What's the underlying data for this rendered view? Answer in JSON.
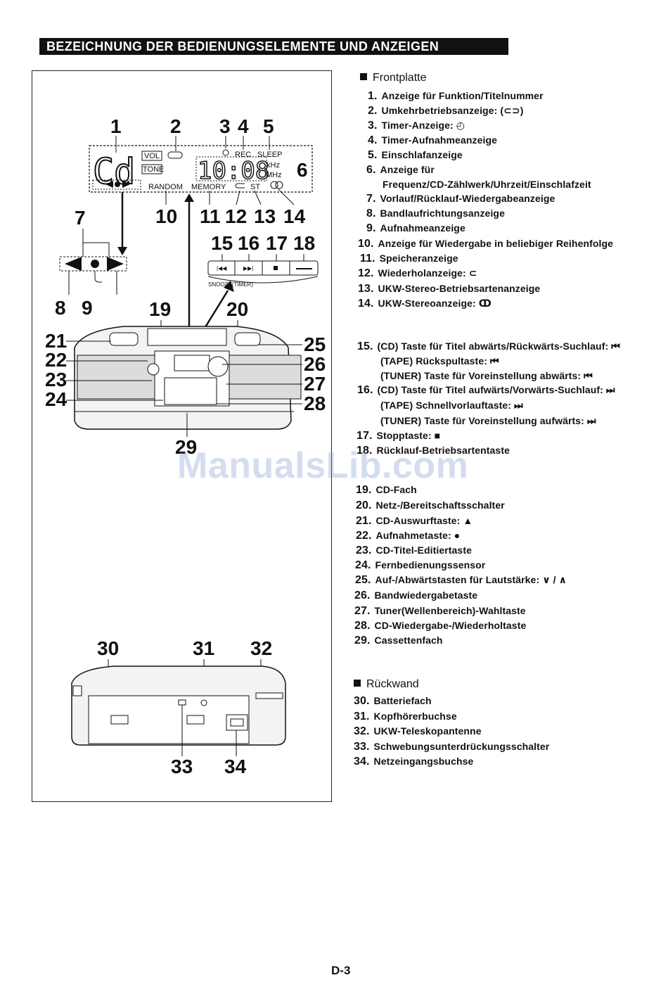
{
  "header": {
    "title": "BEZEICHNUNG DER BEDIENUNGSELEMENTE UND ANZEIGEN"
  },
  "colors": {
    "header_bg": "#111111",
    "header_text": "#ffffff",
    "watermark": "#7896cd"
  },
  "figure": {
    "display": {
      "mode_text": "Cd",
      "time_text": "10:08",
      "vol_label": "VOL",
      "tone_label": "TONE",
      "rec_label": "REC",
      "sleep_label": "SLEEP",
      "khz_label": "kHz",
      "mhz_label": "MHz",
      "random_label": "RANDOM",
      "memory_label": "MEMORY",
      "st_label": "ST"
    },
    "snooze_label": "SNOOZE(TIMER)",
    "callouts": [
      "1",
      "2",
      "3",
      "4",
      "5",
      "6",
      "7",
      "8",
      "9",
      "10",
      "11",
      "12",
      "13",
      "14",
      "15",
      "16",
      "17",
      "18",
      "19",
      "20",
      "21",
      "22",
      "23",
      "24",
      "25",
      "26",
      "27",
      "28",
      "29",
      "30",
      "31",
      "32",
      "33",
      "34"
    ]
  },
  "front": {
    "heading": "Frontplatte",
    "items": [
      {
        "num": "1.",
        "text": "Anzeige für Funktion/Titelnummer"
      },
      {
        "num": "2.",
        "text": "Umkehrbetriebsanzeige: (⊂⊃)"
      },
      {
        "num": "3.",
        "text": "Timer-Anzeige: ◴"
      },
      {
        "num": "4.",
        "text": "Timer-Aufnahmeanzeige"
      },
      {
        "num": "5.",
        "text": "Einschlafanzeige"
      },
      {
        "num": "6.",
        "text": "Anzeige für"
      },
      {
        "num": "",
        "text": "Frequenz/CD-Zählwerk/Uhrzeit/Einschlafzeit"
      },
      {
        "num": "7.",
        "text": "Vorlauf/Rücklauf-Wiedergabeanzeige"
      },
      {
        "num": "8.",
        "text": "Bandlaufrichtungsanzeige"
      },
      {
        "num": "9.",
        "text": "Aufnahmeanzeige"
      },
      {
        "num": "10.",
        "text": "Anzeige für Wiedergabe in beliebiger Reihenfolge"
      },
      {
        "num": "11.",
        "text": "Speicheranzeige"
      },
      {
        "num": "12.",
        "text": "Wiederholanzeige: ⊂"
      },
      {
        "num": "13.",
        "text": "UKW-Stereo-Betriebsartenanzeige"
      },
      {
        "num": "14.",
        "text": "UKW-Stereoanzeige: ↀ"
      },
      {
        "num": "15.",
        "text": "(CD) Taste für Titel abwärts/Rückwärts-Suchlauf: ⏮"
      },
      {
        "num": "",
        "text": "(TAPE) Rückspultaste: ⏮"
      },
      {
        "num": "",
        "text": "(TUNER) Taste für Voreinstellung abwärts: ⏮"
      },
      {
        "num": "16.",
        "text": "(CD) Taste für Titel aufwärts/Vorwärts-Suchlauf: ⏭"
      },
      {
        "num": "",
        "text": "(TAPE) Schnellvorlauftaste: ⏭"
      },
      {
        "num": "",
        "text": "(TUNER) Taste für Voreinstellung aufwärts: ⏭"
      },
      {
        "num": "17.",
        "text": "Stopptaste: ■"
      },
      {
        "num": "18.",
        "text": "Rücklauf-Betriebsartentaste"
      },
      {
        "num": "19.",
        "text": "CD-Fach"
      },
      {
        "num": "20.",
        "text": "Netz-/Bereitschaftsschalter"
      },
      {
        "num": "21.",
        "text": "CD-Auswurftaste: ▲"
      },
      {
        "num": "22.",
        "text": "Aufnahmetaste: ●"
      },
      {
        "num": "23.",
        "text": "CD-Titel-Editiertaste"
      },
      {
        "num": "24.",
        "text": "Fernbedienungssensor"
      },
      {
        "num": "25.",
        "text": "Auf-/Abwärtstasten für Lautstärke: ∨ / ∧"
      },
      {
        "num": "26.",
        "text": "Bandwiedergabetaste"
      },
      {
        "num": "27.",
        "text": "Tuner(Wellenbereich)-Wahltaste"
      },
      {
        "num": "28.",
        "text": "CD-Wiedergabe-/Wiederholtaste"
      },
      {
        "num": "29.",
        "text": "Cassettenfach"
      }
    ]
  },
  "rear": {
    "heading": "Rückwand",
    "items": [
      {
        "num": "30.",
        "text": "Batteriefach"
      },
      {
        "num": "31.",
        "text": "Kopfhörerbuchse"
      },
      {
        "num": "32.",
        "text": "UKW-Teleskopantenne"
      },
      {
        "num": "33.",
        "text": "Schwebungsunterdrückungsschalter"
      },
      {
        "num": "34.",
        "text": "Netzeingangsbuchse"
      }
    ]
  },
  "page_number": "D-3",
  "watermark": "ManualsLib.com"
}
